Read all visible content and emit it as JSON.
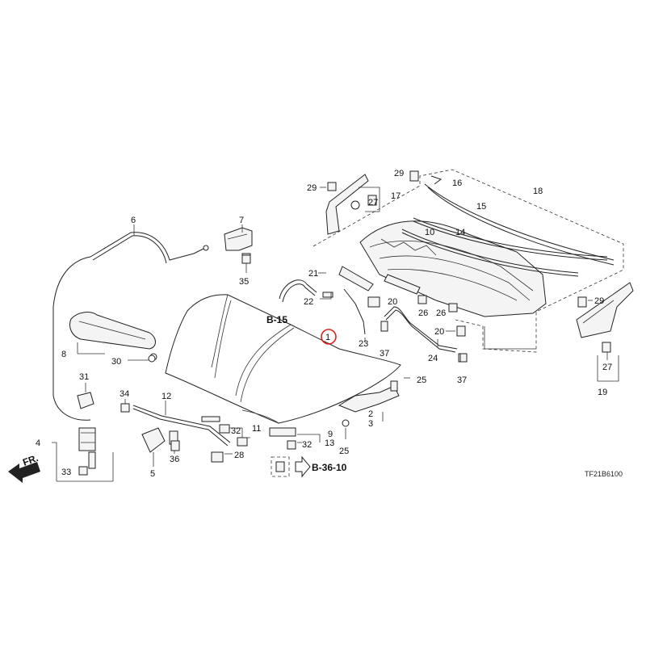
{
  "part_numbers": {
    "p1": "1",
    "p2": "2",
    "p3": "3",
    "p4": "4",
    "p5": "5",
    "p6": "6",
    "p7": "7",
    "p8": "8",
    "p9": "9",
    "p10": "10",
    "p11": "11",
    "p12": "12",
    "p13": "13",
    "p14": "14",
    "p15": "15",
    "p16": "16",
    "p17": "17",
    "p18": "18",
    "p19": "19",
    "p20": "20",
    "p21": "21",
    "p22": "22",
    "p23": "23",
    "p24": "24",
    "p25": "25",
    "p26": "26",
    "p27": "27",
    "p28": "28",
    "p29": "29",
    "p30": "30",
    "p31": "31",
    "p32": "32",
    "p33": "33",
    "p34": "34",
    "p35": "35",
    "p36": "36",
    "p37": "37"
  },
  "references": {
    "b15": "B-15",
    "b3610": "B-36-10"
  },
  "front_label": "FR.",
  "diagram_code": "TF21B6100",
  "highlight_color": "#e02020"
}
